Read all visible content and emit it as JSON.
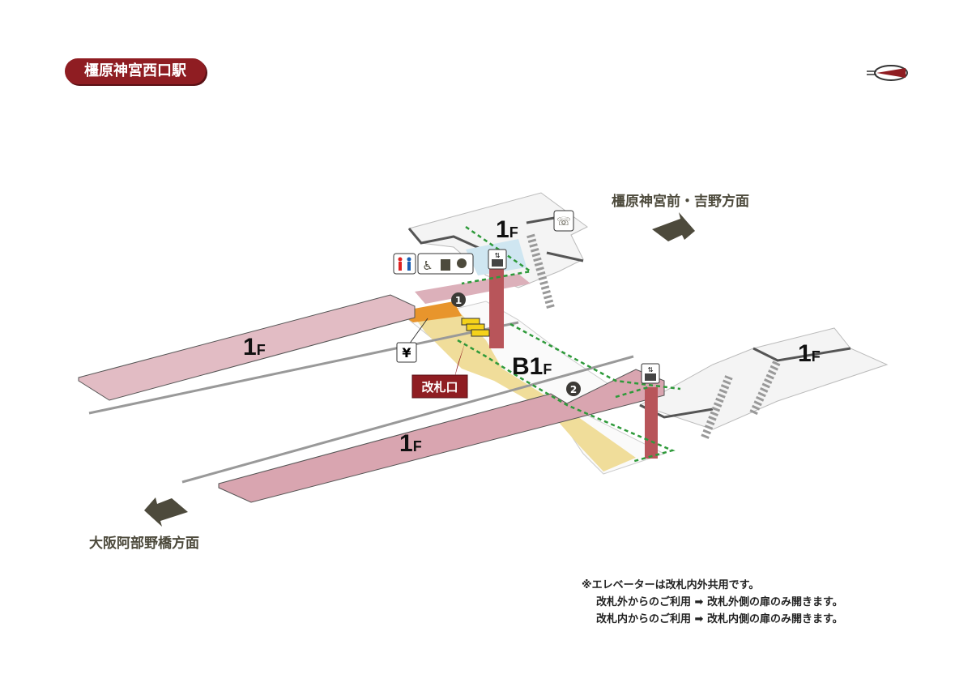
{
  "station_title": "橿原神宮西口駅",
  "compass_icon": "north-arrow-icon",
  "directions": {
    "east": "橿原神宮前・吉野方面",
    "west": "大阪阿部野橋方面"
  },
  "floors": {
    "upper_building": {
      "num": "1",
      "suffix": "F"
    },
    "right_building": {
      "num": "1",
      "suffix": "F"
    },
    "left_platform": {
      "num": "1",
      "suffix": "F"
    },
    "lower_platform": {
      "num": "1",
      "suffix": "F"
    },
    "concourse": {
      "num": "B1",
      "suffix": "F"
    }
  },
  "ticket_gate_label": "改札口",
  "exits": [
    "1",
    "2"
  ],
  "icons": [
    "restroom-icon",
    "wheelchair-icon",
    "ostomate-icon",
    "baby-care-icon",
    "telephone-icon",
    "elevator-icon",
    "ticket-machine-icon"
  ],
  "ticket_machine_symbol": "¥",
  "notes": {
    "line1": "※エレベーターは改札内外共用です。",
    "line2": "改札外からのご利用 ➡ 改札外側の扉のみ開きます。",
    "line3": "改札内からのご利用 ➡ 改札内側の扉のみ開きます。"
  },
  "colors": {
    "title_bg": "#8f1d22",
    "platform": "#dcb0ba",
    "concourse": "#f0dd9a",
    "elevator": "#b8555a",
    "route": "#2e9a3a"
  }
}
